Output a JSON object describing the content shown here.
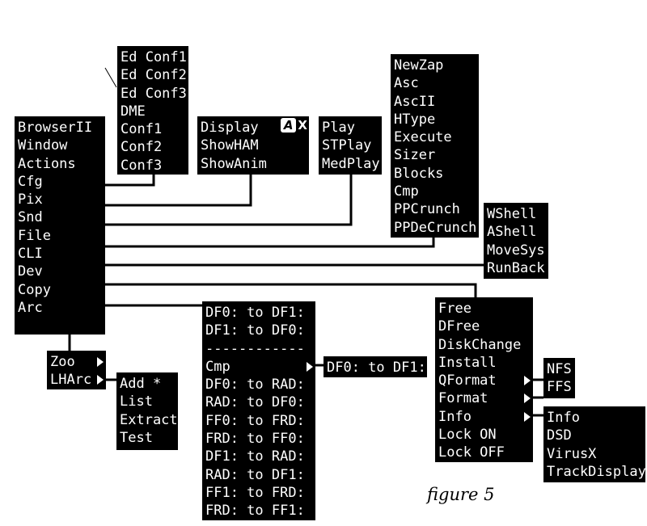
{
  "menus": {
    "main": {
      "items": [
        "BrowserII",
        "Window",
        "Actions",
        "Cfg",
        "Pix",
        "Snd",
        "File",
        "CLI",
        "Dev",
        "Copy",
        "Arc"
      ]
    },
    "cfg": {
      "items": [
        "Ed Conf1",
        "Ed Conf2",
        "Ed Conf3",
        "DME",
        "Conf1",
        "Conf2",
        "Conf3"
      ]
    },
    "pix": {
      "items": [
        "Display",
        "ShowHAM",
        "ShowAnim"
      ],
      "badge_letter": "A",
      "badge_suffix": "X"
    },
    "snd": {
      "items": [
        "Play",
        "STPlay",
        "MedPlay"
      ]
    },
    "file": {
      "items": [
        "NewZap",
        "Asc",
        "AscII",
        "HType",
        "Execute",
        "Sizer",
        "Blocks",
        "Cmp",
        "PPCrunch",
        "PPDeCrunch"
      ]
    },
    "cli": {
      "items": [
        "WShell",
        "AShell",
        "MoveSys",
        "RunBack"
      ]
    },
    "dev": {
      "items": [
        "Free",
        "DFree",
        "DiskChange",
        "Install",
        "QFormat",
        "Format",
        "Info",
        "Lock ON",
        "Lock OFF"
      ]
    },
    "format_sub": {
      "items": [
        "NFS",
        "FFS"
      ]
    },
    "info_sub": {
      "items": [
        "Info",
        "DSD",
        "VirusX",
        "TrackDisplay"
      ]
    },
    "copy": {
      "items": [
        "DF0: to DF1:",
        "DF1: to DF0:",
        "------------",
        "Cmp",
        "DF0: to RAD:",
        "RAD: to DF0:",
        "FF0: to FRD:",
        "FRD: to FF0:",
        "DF1: to RAD:",
        "RAD: to DF1:",
        "FF1: to FRD:",
        "FRD: to FF1:"
      ]
    },
    "cmp_sub": {
      "items": [
        "DF0: to DF1:"
      ]
    },
    "arc": {
      "items": [
        "Zoo",
        "LHArc"
      ]
    },
    "lharc": {
      "items": [
        "Add *",
        "List",
        "Extract",
        "Test"
      ]
    }
  },
  "caption": "figure 5",
  "colors": {
    "menu_bg": "#000000",
    "menu_text": "#ffffff",
    "line": "#000000",
    "page": "#ffffff"
  }
}
